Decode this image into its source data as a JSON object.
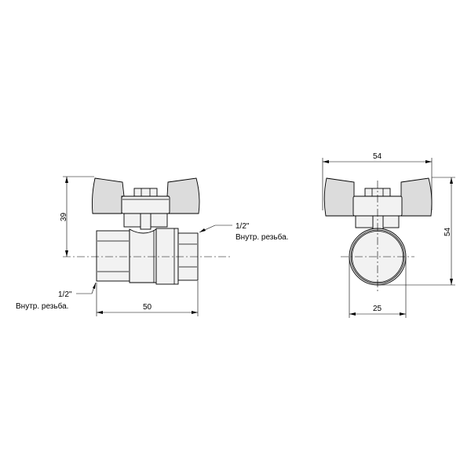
{
  "side_view": {
    "height_dim": "39",
    "length_dim": "50",
    "thread_right": {
      "size": "1/2\"",
      "type": "Внутр. резьба."
    },
    "thread_left": {
      "size": "1/2\"",
      "type": "Внутр. резьба."
    }
  },
  "front_view": {
    "width_dim": "54",
    "height_dim": "54",
    "diameter_dim": "25"
  }
}
